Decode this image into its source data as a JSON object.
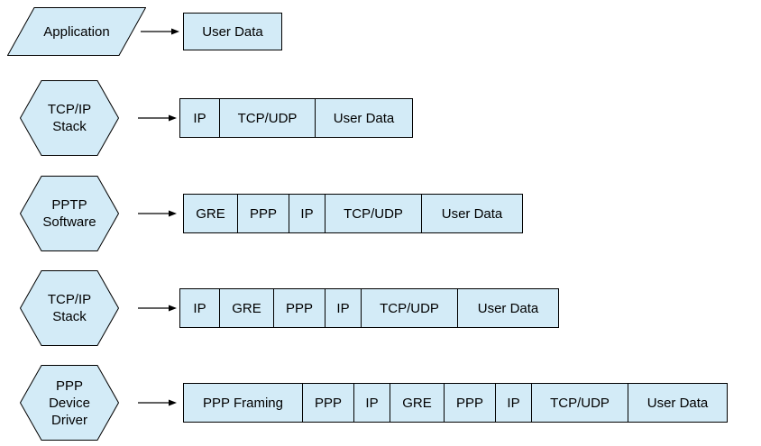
{
  "colors": {
    "shape_fill": "#D3EBF7",
    "shape_border": "#000000",
    "text": "#000000",
    "background": "#FFFFFF"
  },
  "rows": [
    {
      "shape": "parallelogram",
      "shape_lines": [
        "Application"
      ],
      "segments": [
        {
          "label": "User Data",
          "width": 108
        }
      ]
    },
    {
      "shape": "hexagon",
      "shape_lines": [
        "TCP/IP",
        "Stack"
      ],
      "segments": [
        {
          "label": "IP",
          "width": 44
        },
        {
          "label": "TCP/UDP",
          "width": 106
        },
        {
          "label": "User Data",
          "width": 107
        }
      ]
    },
    {
      "shape": "hexagon",
      "shape_lines": [
        "PPTP",
        "Software"
      ],
      "segments": [
        {
          "label": "GRE",
          "width": 60
        },
        {
          "label": "PPP",
          "width": 57
        },
        {
          "label": "IP",
          "width": 40
        },
        {
          "label": "TCP/UDP",
          "width": 107
        },
        {
          "label": "User Data",
          "width": 111
        }
      ]
    },
    {
      "shape": "hexagon",
      "shape_lines": [
        "TCP/IP",
        "Stack"
      ],
      "segments": [
        {
          "label": "IP",
          "width": 44
        },
        {
          "label": "GRE",
          "width": 60
        },
        {
          "label": "PPP",
          "width": 57
        },
        {
          "label": "IP",
          "width": 40
        },
        {
          "label": "TCP/UDP",
          "width": 107
        },
        {
          "label": "User Data",
          "width": 111
        }
      ]
    },
    {
      "shape": "hexagon",
      "shape_lines": [
        "PPP",
        "Device",
        "Driver"
      ],
      "segments": [
        {
          "label": "PPP Framing",
          "width": 132
        },
        {
          "label": "PPP",
          "width": 57
        },
        {
          "label": "IP",
          "width": 40
        },
        {
          "label": "GRE",
          "width": 60
        },
        {
          "label": "PPP",
          "width": 57
        },
        {
          "label": "IP",
          "width": 40
        },
        {
          "label": "TCP/UDP",
          "width": 107
        },
        {
          "label": "User Data",
          "width": 109
        }
      ]
    }
  ]
}
